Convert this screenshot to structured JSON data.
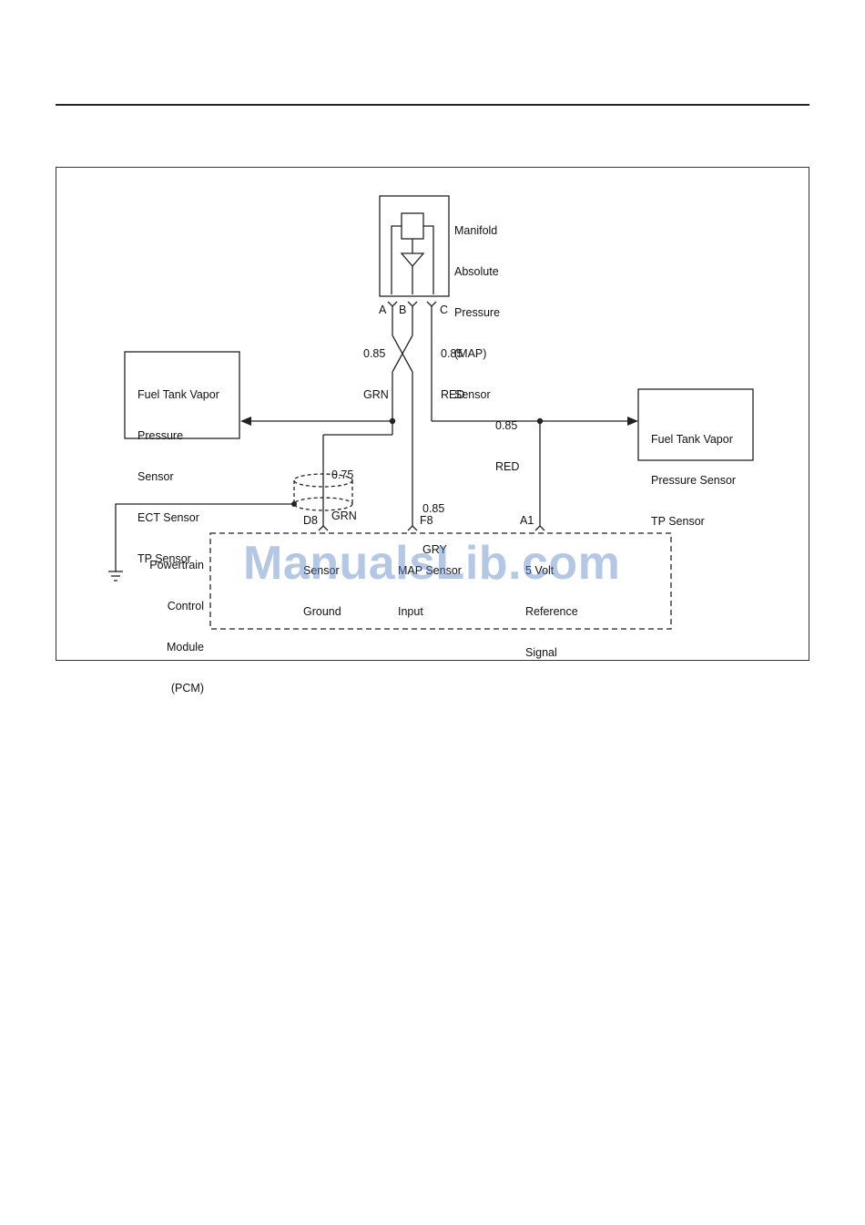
{
  "diagram": {
    "map_sensor": {
      "line1": "Manifold",
      "line2": "Absolute",
      "line3": "Pressure",
      "line4": "(MAP)",
      "line5": "Sensor"
    },
    "pins": {
      "a": "A",
      "b": "B",
      "c": "C"
    },
    "wires": {
      "a_gauge": "0.85",
      "a_color": "GRN",
      "c_gauge": "0.85",
      "c_color": "RED",
      "red_branch_gauge": "0.85",
      "red_branch_color": "RED",
      "ground_gauge": "0.75",
      "ground_color": "GRN",
      "signal_gauge": "0.85",
      "signal_color": "GRY"
    },
    "left_box": {
      "line1": "Fuel Tank Vapor",
      "line2": "Pressure",
      "line3": "Sensor",
      "line4": "ECT Sensor",
      "line5": "TP Sensor"
    },
    "right_box": {
      "line1": "Fuel Tank Vapor",
      "line2": "Pressure Sensor",
      "line3": "TP Sensor"
    },
    "pcm": {
      "line1": "Powertrain",
      "line2": "Control",
      "line3": "Module",
      "line4": "(PCM)"
    },
    "pcm_pins": {
      "d8": "D8",
      "d8_l1": "Sensor",
      "d8_l2": "Ground",
      "f8": "F8",
      "f8_l1": "MAP Sensor",
      "f8_l2": "Input",
      "a1": "A1",
      "a1_l1": "5 Volt",
      "a1_l2": "Reference",
      "a1_l3": "Signal"
    },
    "watermark": "ManualsLib.com"
  },
  "colors": {
    "line": "#222222",
    "watermark": "#5b86c9"
  }
}
